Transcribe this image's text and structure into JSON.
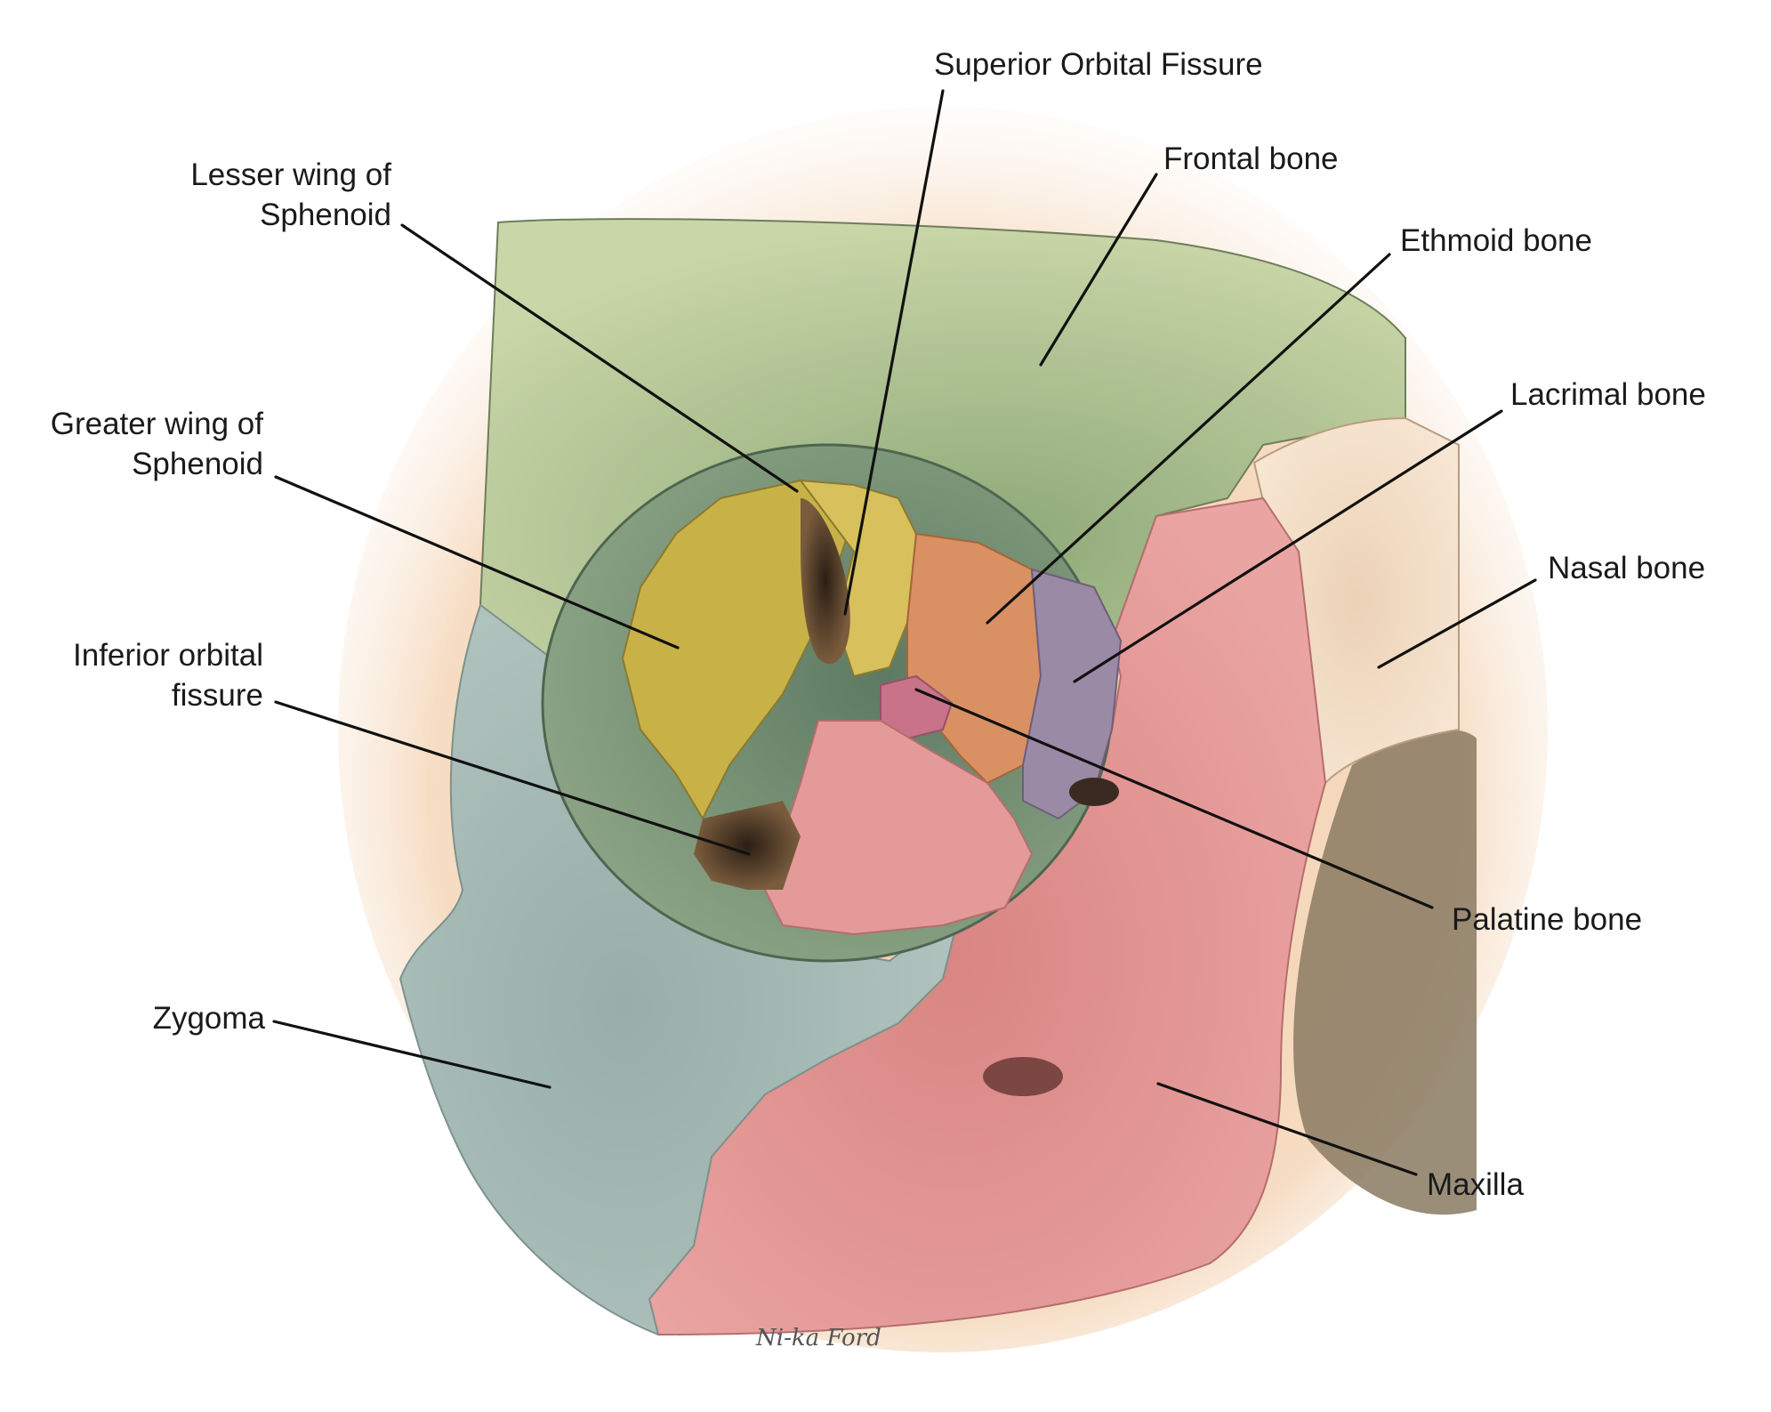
{
  "labels": {
    "superior_orbital_fissure": "Superior Orbital Fissure",
    "frontal_bone": "Frontal bone",
    "ethmoid_bone": "Ethmoid bone",
    "lesser_wing_line1": "Lesser wing of",
    "lesser_wing_line2": "Sphenoid",
    "lacrimal_bone": "Lacrimal bone",
    "greater_wing_line1": "Greater wing of",
    "greater_wing_line2": "Sphenoid",
    "nasal_bone": "Nasal bone",
    "inferior_orbital_line1": "Inferior orbital",
    "inferior_orbital_line2": "fissure",
    "palatine_bone": "Palatine bone",
    "zygoma": "Zygoma",
    "maxilla": "Maxilla"
  },
  "artist_signature": "Ni-ka Ford",
  "colors": {
    "frontal": "#a9c08c",
    "frontal_shadow": "#7f9a6e",
    "orbit_inner": "#6f8a70",
    "sphenoid_greater": "#c8b248",
    "sphenoid_lesser": "#d6c25a",
    "fissure": "#6b5238",
    "ethmoid": "#d99063",
    "lacrimal": "#9a8aa6",
    "palatine": "#c9738a",
    "maxilla": "#e49a98",
    "zygoma": "#9db3ae",
    "nasal": "#f1dcc3",
    "skin": "#f5d7b8"
  }
}
